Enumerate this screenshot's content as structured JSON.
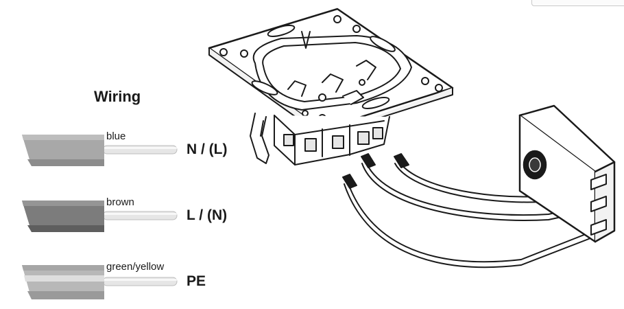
{
  "title": "Wiring",
  "wires": [
    {
      "color_name": "blue",
      "terminal": "N / (L)",
      "sheath": "#a8a8a8",
      "sheath_dark": "#8c8c8c"
    },
    {
      "color_name": "brown",
      "terminal": "L / (N)",
      "sheath": "#7c7c7c",
      "sheath_dark": "#5e5e5e"
    },
    {
      "color_name": "green/yellow",
      "terminal": "PE",
      "sheath": "#b8b8b8",
      "sheath_dark": "#9a9a9a"
    }
  ],
  "colors": {
    "ink": "#1a1a1a",
    "conductor": "#e6e6e6",
    "background": "#ffffff"
  },
  "illustrations": {
    "socket_insert": "socket-insert-with-mounting-frame",
    "cable_module": "cable-termination-module"
  }
}
